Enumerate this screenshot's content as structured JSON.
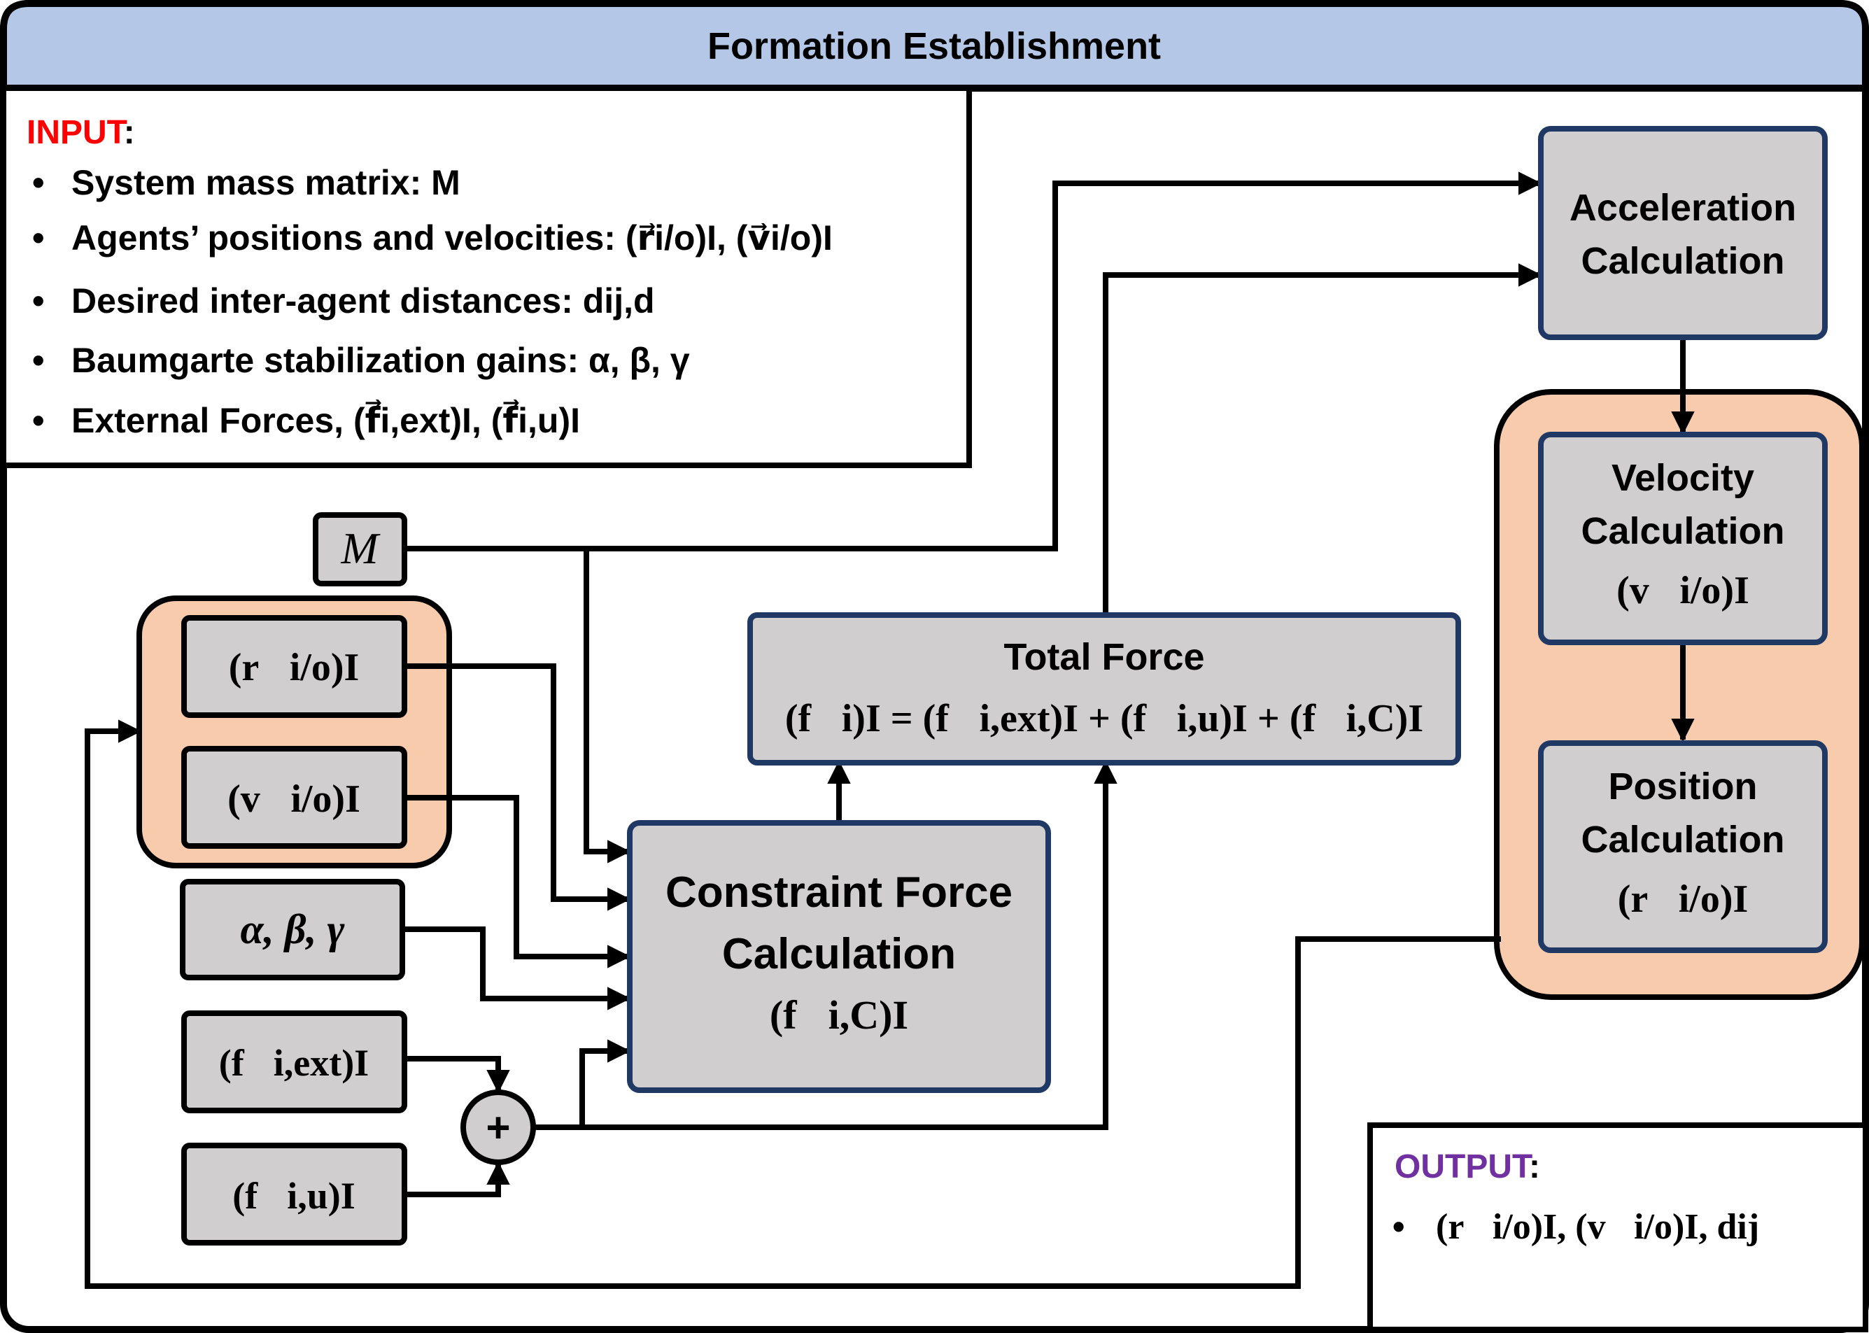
{
  "title": "Formation Establishment",
  "colors": {
    "header_fill": "#b4c7e7",
    "box_fill": "#d0cece",
    "box_stroke": "#1f3864",
    "group_fill": "#f8cbad",
    "input_label": "#ff0000",
    "output_label": "#7030a0"
  },
  "input_panel": {
    "label": "INPUT",
    "items": [
      "System mass matrix: M",
      "Agents’ positions and velocities: (r⃗i/o)I, (v⃗i/o)I",
      "Desired inter-agent distances: dij,d",
      "Baumgarte stabilization gains: α, β, γ",
      "External Forces, (f⃗i,ext)I, (f⃗i,u)I"
    ]
  },
  "output_panel": {
    "label": "OUTPUT",
    "items": [
      "(r⃗i/o)I, (v⃗i/o)I, dij"
    ]
  },
  "blocks": {
    "mass": "M",
    "position_input": "(r⃗i/o)I",
    "velocity_input": "(v⃗i/o)I",
    "gains": "α, β, γ",
    "external_force": "(f⃗i,ext)I",
    "control_force": "(f⃗i,u)I",
    "sum": "+",
    "constraint_force": {
      "line1": "Constraint Force",
      "line2": "Calculation",
      "formula": "(f⃗i,C)I"
    },
    "total_force": {
      "title": "Total Force",
      "formula": "(f⃗i)I = (f⃗i,ext)I + (f⃗i,u)I + (f⃗i,C)I"
    },
    "acceleration": {
      "line1": "Acceleration",
      "line2": "Calculation"
    },
    "velocity_calc": {
      "line1": "Velocity",
      "line2": "Calculation",
      "formula": "(v⃗i/o)I"
    },
    "position_calc": {
      "line1": "Position",
      "line2": "Calculation",
      "formula": "(r⃗i/o)I"
    }
  }
}
